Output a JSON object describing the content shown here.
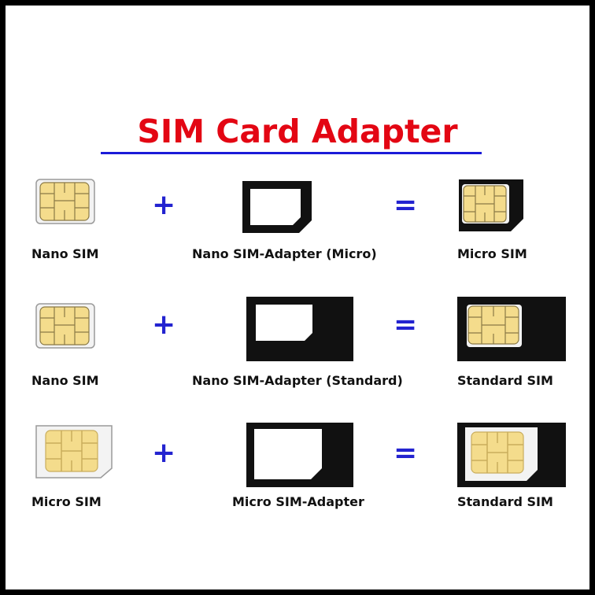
{
  "title": "SIM Card Adapter",
  "colors": {
    "title": "#e30613",
    "underline": "#1b1bd8",
    "operators": "#2323d0",
    "chip": "#f4dc8c",
    "adapter": "#111111"
  },
  "rows": [
    {
      "left_label": "Nano SIM",
      "plus": "+",
      "adapter_label": "Nano SIM-Adapter (Micro)",
      "equals": "=",
      "result_label": "Micro SIM"
    },
    {
      "left_label": "Nano SIM",
      "plus": "+",
      "adapter_label": "Nano SIM-Adapter (Standard)",
      "equals": "=",
      "result_label": "Standard SIM"
    },
    {
      "left_label": "Micro SIM",
      "plus": "+",
      "adapter_label": "Micro SIM-Adapter",
      "equals": "=",
      "result_label": "Standard SIM"
    }
  ]
}
